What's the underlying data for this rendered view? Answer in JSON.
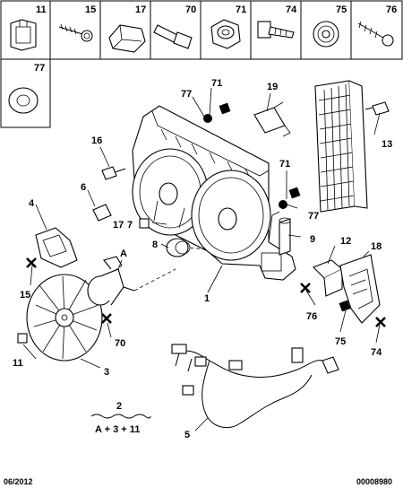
{
  "header_parts": [
    "11",
    "15",
    "17",
    "70",
    "71",
    "74",
    "75",
    "76"
  ],
  "extra_header_part": "77",
  "callouts": {
    "c1": "1",
    "c2": "2",
    "c3": "3",
    "c4": "4",
    "c5": "5",
    "c6": "6",
    "c7": "7",
    "c8": "8",
    "c9": "9",
    "c11": "11",
    "c12": "12",
    "c13": "13",
    "c15": "15",
    "c16": "16",
    "c17": "17",
    "c18": "18",
    "c19": "19",
    "c70": "70",
    "c71a": "71",
    "c71b": "71",
    "c74": "74",
    "c75": "75",
    "c76": "76",
    "c77a": "77",
    "c77b": "77",
    "cA1": "A",
    "cA2": "A"
  },
  "kit_formula": "A + 3 + 11",
  "footer": {
    "date": "06/2012",
    "doc_number": "00008980"
  }
}
